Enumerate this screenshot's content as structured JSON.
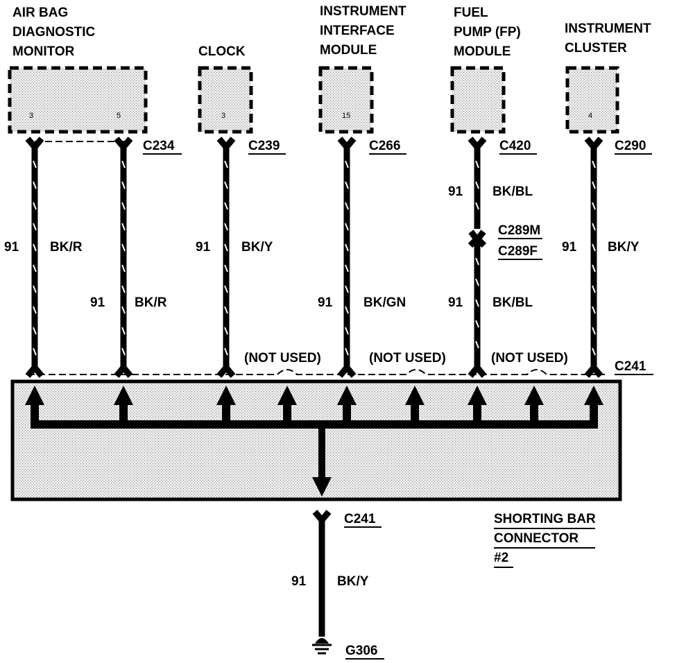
{
  "components": {
    "airbag": {
      "lines": [
        "AIR BAG",
        "DIAGNOSTIC",
        "MONITOR"
      ],
      "pins": [
        "3",
        "5"
      ],
      "connector": "C234"
    },
    "clock": {
      "lines": [
        "CLOCK"
      ],
      "pins": [
        "3"
      ],
      "connector": "C239"
    },
    "iim": {
      "lines": [
        "INSTRUMENT",
        "INTERFACE",
        "MODULE"
      ],
      "pins": [
        "15"
      ],
      "connector": "C266"
    },
    "fp": {
      "lines": [
        "FUEL",
        "PUMP (FP)",
        "MODULE"
      ],
      "pins": [
        ""
      ],
      "connector": "C420"
    },
    "cluster": {
      "lines": [
        "INSTRUMENT",
        "CLUSTER"
      ],
      "pins": [
        "4"
      ],
      "connector": "C290"
    }
  },
  "wires": {
    "w1": {
      "circuit": "91",
      "color": "BK/R"
    },
    "w2": {
      "circuit": "91",
      "color": "BK/R"
    },
    "w3": {
      "circuit": "91",
      "color": "BK/Y"
    },
    "w4": {
      "circuit": "91",
      "color": "BK/GN"
    },
    "w5a": {
      "circuit": "91",
      "color": "BK/BL"
    },
    "w5b": {
      "circuit": "91",
      "color": "BK/BL"
    },
    "w6": {
      "circuit": "91",
      "color": "BK/Y"
    },
    "ground": {
      "circuit": "91",
      "color": "BK/Y"
    }
  },
  "inline_connector": {
    "male": "C289M",
    "female": "C289F"
  },
  "not_used": [
    "(NOT USED)",
    "(NOT USED)",
    "(NOT USED)"
  ],
  "shorting_bar": {
    "connector_top": "C241",
    "connector_bottom": "C241",
    "lines": [
      "SHORTING BAR",
      "CONNECTOR",
      "#2"
    ]
  },
  "ground_id": "G306",
  "colors": {
    "wire": "#000000",
    "shade": "#d8d8d8"
  }
}
